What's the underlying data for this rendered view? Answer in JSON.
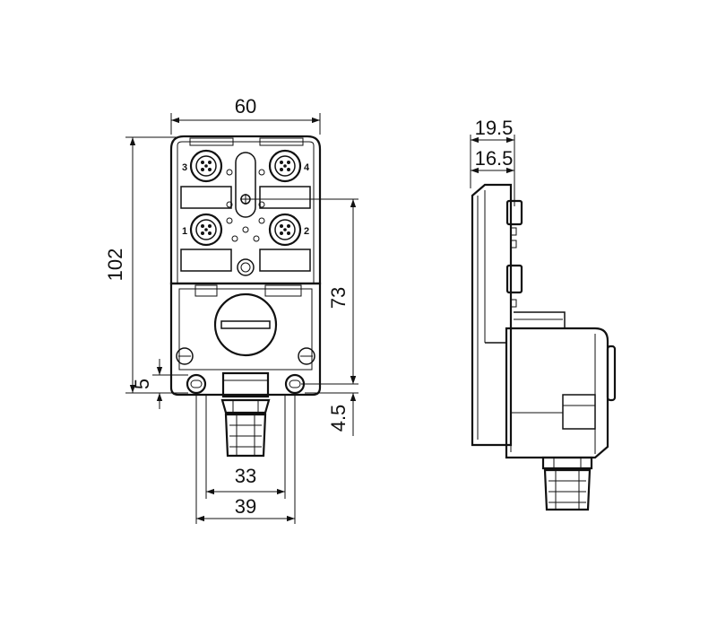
{
  "front_view": {
    "dimensions": {
      "width_top": "60",
      "height_total": "102",
      "height_fixing": "73",
      "hole_offset_left": "5",
      "hole_offset_right": "4.5",
      "hole_spacing": "33",
      "base_width": "39"
    },
    "ports": [
      {
        "label": "3"
      },
      {
        "label": "4"
      },
      {
        "label": "1"
      },
      {
        "label": "2"
      }
    ]
  },
  "side_view": {
    "dimensions": {
      "depth_total": "19.5",
      "depth_body": "16.5"
    }
  },
  "colors": {
    "line": "#111111",
    "background": "#ffffff"
  }
}
